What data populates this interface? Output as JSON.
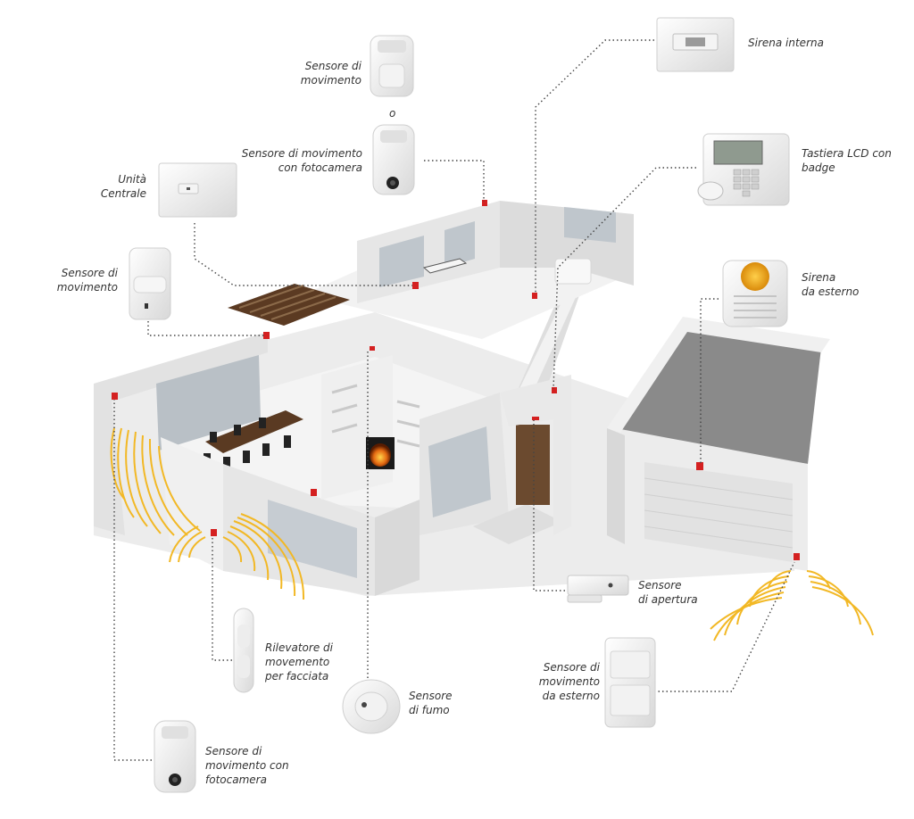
{
  "labels": {
    "motion_top": "Sensore di\nmovimento",
    "or": "o",
    "motion_camera_top": "Sensore di movimento\ncon fotocamera",
    "central_unit": "Unità\nCentrale",
    "motion_left": "Sensore di\nmovimento",
    "indoor_siren": "Sirena interna",
    "lcd_keypad": "Tastiera LCD con\nbadge",
    "outdoor_siren": "Sirena\nda esterno",
    "opening_sensor": "Sensore\ndi apertura",
    "outdoor_motion": "Sensore di movimento\nda esterno",
    "facade_detector": "Rilevatore di\nmovemento\nper facciata",
    "smoke_sensor": "Sensore\ndi fumo",
    "motion_camera_bottom": "Sensore di\nmovimento con\nfotocamera"
  },
  "colors": {
    "wall": "#e9e9e9",
    "wall_dark": "#cfcfcf",
    "floor": "#f3f3f3",
    "sensor_red": "#d42020",
    "wave": "#f2b825",
    "dotted": "#444444",
    "wood": "#6b4a2f"
  }
}
